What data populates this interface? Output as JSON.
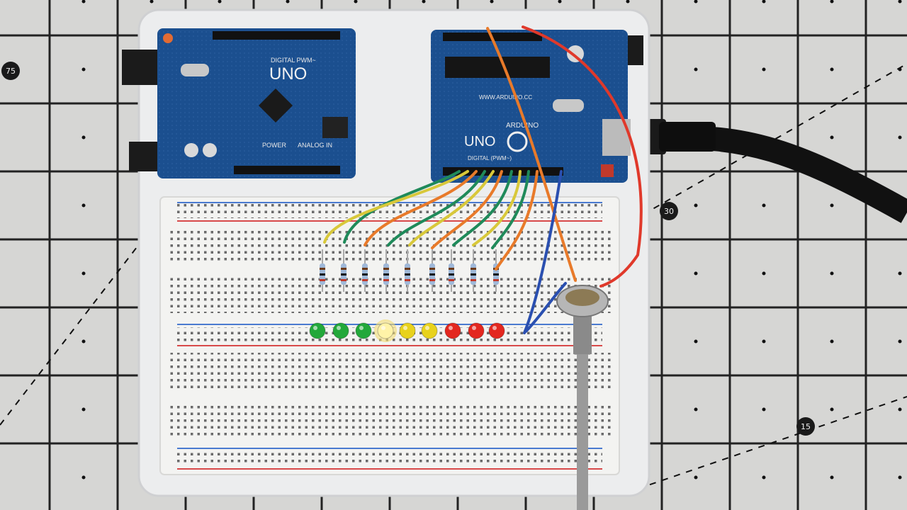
{
  "mat_marks": [
    "75",
    "30",
    "15"
  ],
  "board_left": {
    "title": "UNO",
    "digital_label": "DIGITAL PWM~",
    "power_label": "POWER",
    "analog_label": "ANALOG IN"
  },
  "board_right": {
    "title": "UNO",
    "brand": "ARDUINO",
    "url": "WWW.ARDUINO.CC",
    "digital_label": "DIGITAL (PWM~)"
  },
  "leds": [
    {
      "color": "#22a83a",
      "lit": false
    },
    {
      "color": "#22a83a",
      "lit": false
    },
    {
      "color": "#22a83a",
      "lit": false
    },
    {
      "color": "#fff3a8",
      "lit": true
    },
    {
      "color": "#e8d21c",
      "lit": false
    },
    {
      "color": "#e8d21c",
      "lit": false
    },
    {
      "color": "#e3271f",
      "lit": false
    },
    {
      "color": "#e3271f",
      "lit": false
    },
    {
      "color": "#e3271f",
      "lit": false
    }
  ],
  "colors": {
    "board": "#1b4f8f",
    "wire_green": "#1f8a5a",
    "wire_yellow": "#d8c83a",
    "wire_orange": "#e87a2a",
    "wire_red": "#e0392b",
    "wire_blue": "#2a4fb0"
  }
}
